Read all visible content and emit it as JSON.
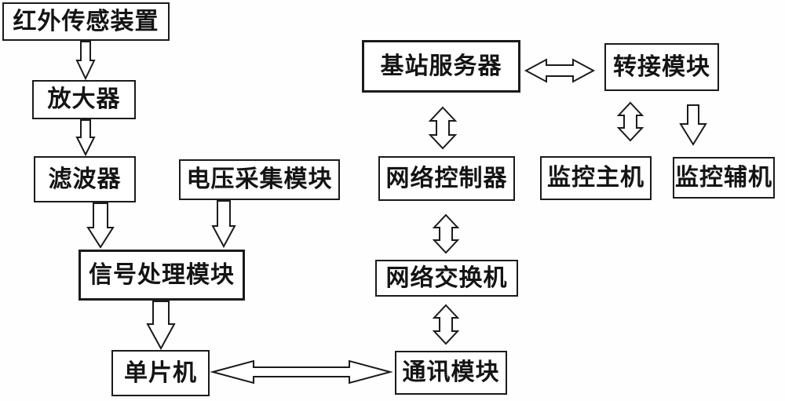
{
  "diagram": {
    "type": "flowchart",
    "colors": {
      "background": "#fefefe",
      "box_fill": "#ffffff",
      "line": "#1b1b1b",
      "text": "#141414"
    },
    "nodes": [
      {
        "id": "infrared-sensor",
        "label": "红外传感装置"
      },
      {
        "id": "amplifier",
        "label": "放大器"
      },
      {
        "id": "filter",
        "label": "滤波器"
      },
      {
        "id": "voltage-acquisition",
        "label": "电压采集模块"
      },
      {
        "id": "signal-processing",
        "label": "信号处理模块"
      },
      {
        "id": "mcu",
        "label": "单片机"
      },
      {
        "id": "base-station-server",
        "label": "基站服务器"
      },
      {
        "id": "transfer-module",
        "label": "转接模块"
      },
      {
        "id": "network-controller",
        "label": "网络控制器"
      },
      {
        "id": "monitor-host",
        "label": "监控主机"
      },
      {
        "id": "monitor-auxiliary",
        "label": "监控辅机"
      },
      {
        "id": "network-switch",
        "label": "网络交换机"
      },
      {
        "id": "communication-module",
        "label": "通讯模块"
      }
    ],
    "edges": [
      {
        "from": "infrared-sensor",
        "to": "amplifier",
        "type": "single-arrow",
        "direction": "down"
      },
      {
        "from": "amplifier",
        "to": "filter",
        "type": "single-arrow",
        "direction": "down"
      },
      {
        "from": "filter",
        "to": "signal-processing",
        "type": "single-arrow",
        "direction": "down"
      },
      {
        "from": "voltage-acquisition",
        "to": "signal-processing",
        "type": "single-arrow",
        "direction": "down"
      },
      {
        "from": "signal-processing",
        "to": "mcu",
        "type": "single-arrow",
        "direction": "down"
      },
      {
        "from": "mcu",
        "to": "communication-module",
        "type": "double-arrow",
        "direction": "horizontal"
      },
      {
        "from": "communication-module",
        "to": "network-switch",
        "type": "double-arrow",
        "direction": "vertical"
      },
      {
        "from": "network-switch",
        "to": "network-controller",
        "type": "double-arrow",
        "direction": "vertical"
      },
      {
        "from": "network-controller",
        "to": "base-station-server",
        "type": "double-arrow",
        "direction": "vertical"
      },
      {
        "from": "base-station-server",
        "to": "transfer-module",
        "type": "double-arrow",
        "direction": "horizontal"
      },
      {
        "from": "transfer-module",
        "to": "monitor-host",
        "type": "double-arrow",
        "direction": "vertical"
      },
      {
        "from": "transfer-module",
        "to": "monitor-auxiliary",
        "type": "single-arrow",
        "direction": "down"
      }
    ]
  }
}
